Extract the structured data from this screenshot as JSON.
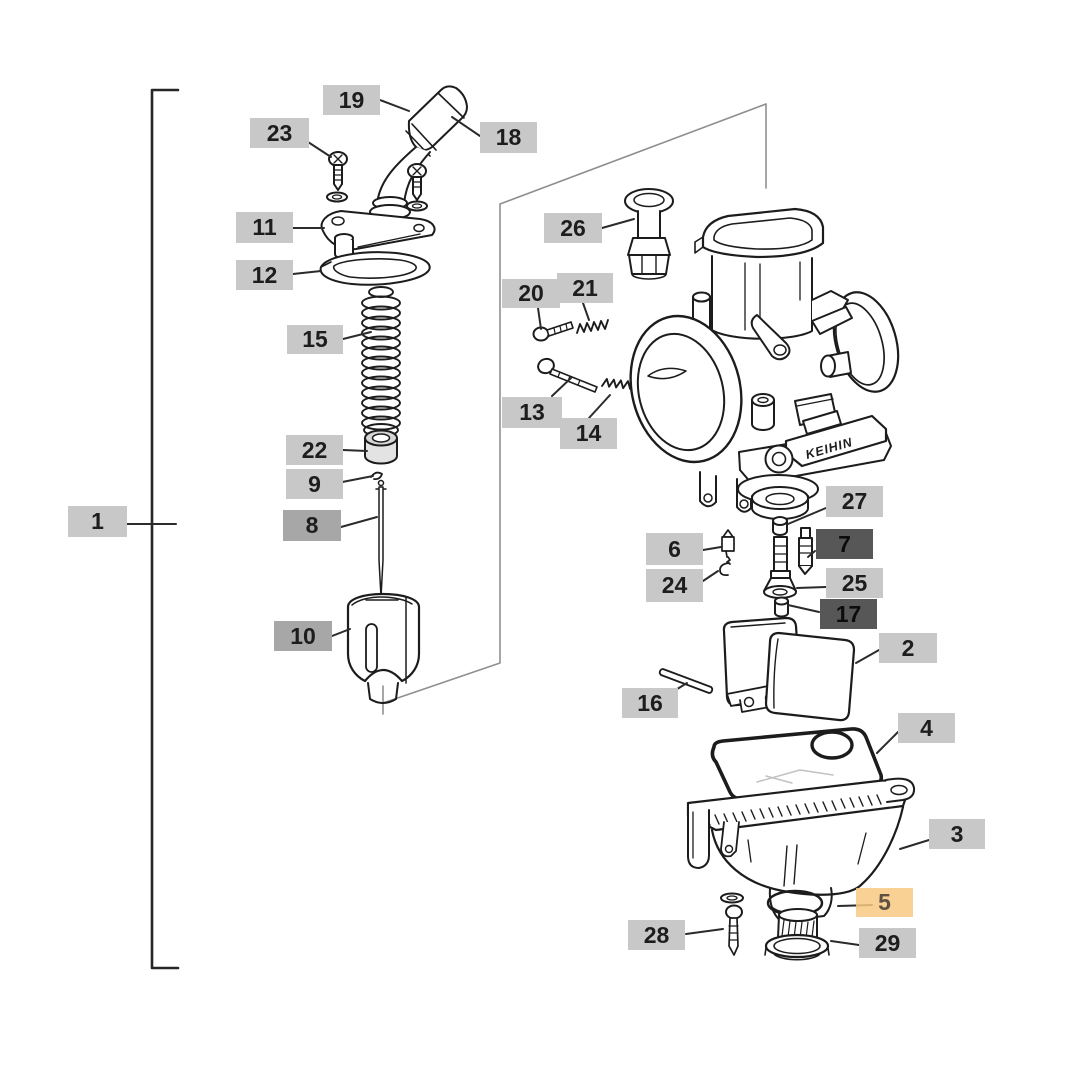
{
  "diagram": {
    "brand": "KEIHIN",
    "labels": {
      "n1": "1",
      "n2": "2",
      "n3": "3",
      "n4": "4",
      "n5": "5",
      "n6": "6",
      "n7": "7",
      "n8": "8",
      "n9": "9",
      "n10": "10",
      "n11": "11",
      "n12": "12",
      "n13": "13",
      "n14": "14",
      "n15": "15",
      "n16": "16",
      "n17": "17",
      "n18": "18",
      "n19": "19",
      "n20": "20",
      "n21": "21",
      "n22": "22",
      "n23": "23",
      "n24": "24",
      "n25": "25",
      "n26": "26",
      "n27": "27",
      "n28": "28",
      "n29": "29"
    },
    "highlighted_label": "5",
    "dark_labels": [
      "7",
      "17"
    ],
    "medium_labels": [
      "8",
      "10"
    ],
    "colors": {
      "label_bg": "#c8c8c8",
      "label_medium_bg": "#a7a7a7",
      "label_dark_bg": "#575757",
      "highlight_bg": "#f9c983",
      "line": "#1c1c1c",
      "sheet_line": "#8a8a8a"
    }
  }
}
